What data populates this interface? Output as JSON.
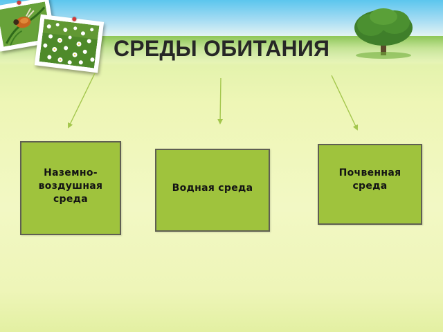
{
  "slide": {
    "title": "СРЕДЫ ОБИТАНИЯ"
  },
  "boxes": [
    {
      "label": "Наземно-\nвоздушная\nсреда"
    },
    {
      "label": "Водная среда"
    },
    {
      "label": "Почвенная\nсреда"
    }
  ],
  "colors": {
    "box_fill": "#9fc33d",
    "box_border": "#5f5f52",
    "arrow": "#a3c64c",
    "title": "#262626",
    "sky": "#5cc6ee",
    "background": "#f2f8c4"
  },
  "icons": [
    "ladybug-photo",
    "daisy-meadow-photo",
    "tree-icon",
    "arrow-icon"
  ]
}
